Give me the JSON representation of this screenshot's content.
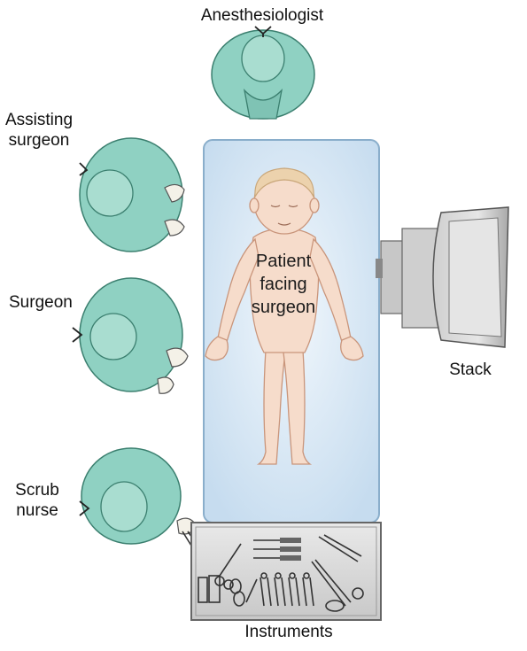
{
  "labels": {
    "anesthesiologist": "Anesthesiologist",
    "assisting_surgeon_line1": "Assisting",
    "assisting_surgeon_line2": "surgeon",
    "surgeon": "Surgeon",
    "scrub_nurse_line1": "Scrub",
    "scrub_nurse_line2": "nurse",
    "patient_line1": "Patient",
    "patient_line2": "facing",
    "patient_line3": "surgeon",
    "stack": "Stack",
    "instruments": "Instruments"
  },
  "colors": {
    "gown": "#8fd1c2",
    "gown_shadow": "#5fa897",
    "skin": "#f6dccb",
    "skin_shadow": "#e7bfa7",
    "hair": "#ecd2ad",
    "table": "#dcebf7",
    "table_edge": "#9dbcd6",
    "stack_gray": "#b9b9b9",
    "tray_gray": "#d8d8d8"
  }
}
